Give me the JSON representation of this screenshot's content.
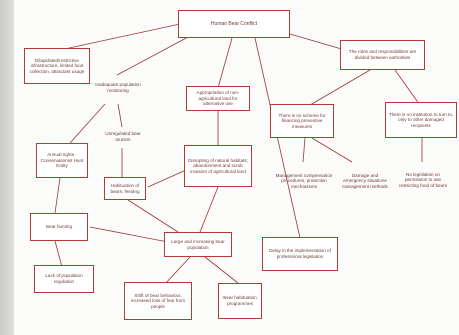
{
  "diagram": {
    "root": "Human Bear Conflict",
    "nodes": {
      "n1": "Dilapidated/restrictive infrastructure, limited food collection, attractant usage",
      "n2": "Inadequate population monitoring",
      "n3": "Appropriation of non-agricultural land for alternative use",
      "n4": "The roles and responsibilities are divided between authorities",
      "n5": "There is no scheme for financing preventive measures",
      "n6": "There is no institution to turn to, only to other damaged recipients",
      "n7": "Unregulated bear tourism",
      "n8": "Disrupting of natural habitats; abandonment and scrub invasion of agricultural land",
      "n9": "Annual rights - Conservationist Hunt Entity",
      "n10": "Habituation of bears; feeding",
      "n11": "Management compensation procedures, protection mechanisms",
      "n12": "Damage and emergency situations management methods",
      "n13": "No legislation on permission to use restricting food of bears",
      "n14": "Bear hunting",
      "n15": "Large and increasing bear population",
      "n16": "Delay in the implementation of professional legislation",
      "n17": "Lack of population regulation",
      "n18": "Shift of bear behaviour, increased loss of fear from people",
      "n19": "Bear habituation programmes"
    }
  }
}
